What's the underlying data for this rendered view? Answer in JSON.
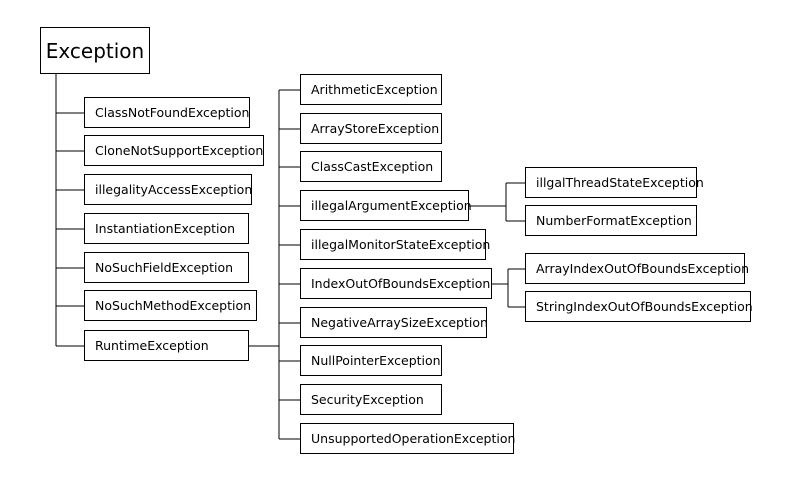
{
  "root": "Exception",
  "checked": [
    "ClassNotFoundException",
    "CloneNotSupportException",
    "illegalityAccessException",
    "InstantiationException",
    "NoSuchFieldException",
    "NoSuchMethodException",
    "RuntimeException"
  ],
  "runtime": [
    "ArithmeticException",
    "ArrayStoreException",
    "ClassCastException",
    "illegalArgumentException",
    "illegalMonitorStateException",
    "IndexOutOfBoundsException",
    "NegativeArraySizeException",
    "NullPointerException",
    "SecurityException",
    "UnsupportedOperationException"
  ],
  "illegal_argument_children": [
    "illgalThreadStateException",
    "NumberFormatException"
  ],
  "index_children": [
    "ArrayIndexOutOfBoundsException",
    "StringIndexOutOfBoundsException"
  ]
}
